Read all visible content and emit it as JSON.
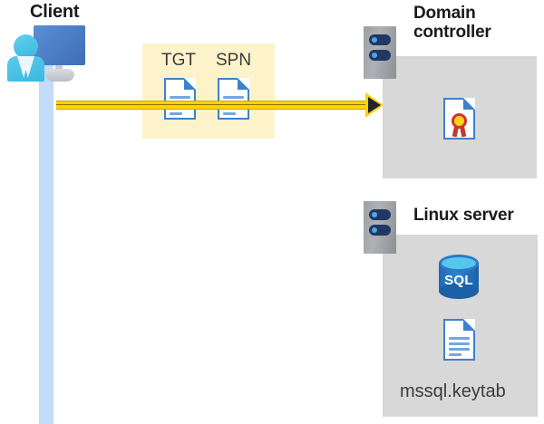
{
  "diagram": {
    "title": "Kerberos authentication flow between client, domain controller and Linux server",
    "colors": {
      "arrow_yellow": "#ffd200",
      "arrow_head_dark": "#1f2431",
      "callout_yellow": "#fdf3ca",
      "zone_gray": "#d8d8d8",
      "lifeline_blue": "#c3dcfa",
      "doc_blue": "#3c81cd",
      "server_gray": "#9c9fa3",
      "server_bar_navy": "#1f3864",
      "seal_red": "#c0392b",
      "seal_yellow": "#ffd21e",
      "sql_blue": "#2f84cc"
    }
  },
  "client": {
    "label": "Client",
    "icon_name": "client-workstation-icon",
    "lifeline_name": "client-lifeline"
  },
  "ticket_callout": {
    "items": [
      {
        "label": "TGT",
        "icon_name": "document-icon"
      },
      {
        "label": "SPN",
        "icon_name": "document-icon"
      }
    ]
  },
  "flow": {
    "arrow_name": "client-to-domain-controller-arrow",
    "direction": "right"
  },
  "domain_controller": {
    "label": "Domain\ncontroller",
    "server_icon_name": "server-tower-icon",
    "contents": [
      {
        "icon_name": "certificate-document-icon",
        "caption": ""
      }
    ]
  },
  "linux_server": {
    "label": "Linux server",
    "server_icon_name": "server-tower-icon",
    "contents": [
      {
        "icon_name": "sql-database-icon",
        "caption": "SQL"
      },
      {
        "icon_name": "keytab-document-icon",
        "caption": "mssql.keytab"
      }
    ]
  }
}
